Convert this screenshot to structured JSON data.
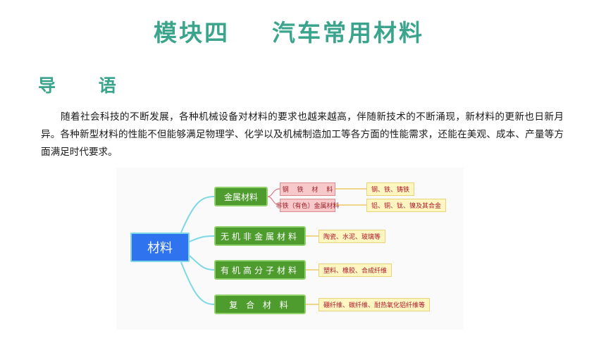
{
  "title": {
    "part1": "模块四",
    "part2": "汽车常用材料"
  },
  "heading": "导 语",
  "intro": "随着社会科技的不断发展，各种机械设备对材料的要求也越来越高，伴随新技术的不断涌现，新材料的更新也日新月异。各种新型材料的性能不但能够满足物理学、化学以及机械制造加工等各方面的性能需求，还能在美观、成本、产量等方面满足时代要求。",
  "mindmap": {
    "root": "材料",
    "metal": {
      "label": "金属材料",
      "ferrous": {
        "label": "钢　 铁　 材　 料",
        "examples": "钢、铁、铸铁"
      },
      "nonferrous": {
        "label": "非铁（有色）金属材料",
        "examples": "铝、铜、钛、镍及其合金"
      }
    },
    "inorganic": {
      "label": "无机非金属材料",
      "examples": "陶瓷、水泥、玻璃等"
    },
    "organic": {
      "label": "有机高分子材料",
      "examples": "塑料、橡胶、合成纤维"
    },
    "composite": {
      "label": "复 合 材 料",
      "examples": "硼纤维、碳纤维、耐热氧化铝纤维等"
    }
  }
}
